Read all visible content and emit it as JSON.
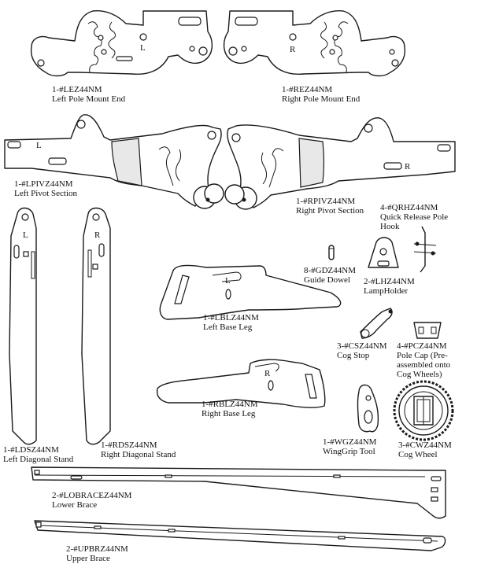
{
  "parts": {
    "left_pole_mount_end": {
      "code": "1-#LEZ44NM",
      "name": "Left Pole Mount End",
      "mark": "L"
    },
    "right_pole_mount_end": {
      "code": "1-#REZ44NM",
      "name": "Right Pole Mount End",
      "mark": "R"
    },
    "left_pivot_section": {
      "code": "1-#LPIVZ44NM",
      "name": "Left Pivot Section",
      "mark": "L"
    },
    "right_pivot_section": {
      "code": "1-#RPIVZ44NM",
      "name": "Right Pivot Section",
      "mark": "R"
    },
    "quick_release_pole_hook": {
      "code": "4-#QRHZ44NM",
      "name_line1": "Quick Release Pole",
      "name_line2": "Hook"
    },
    "guide_dowel": {
      "code": "8-#GDZ44NM",
      "name": "Guide Dowel"
    },
    "lampholder": {
      "code": "2-#LHZ44NM",
      "name": "LampHolder"
    },
    "left_base_leg": {
      "code": "1-#LBLZ44NM",
      "name": "Left Base Leg",
      "mark": "L"
    },
    "cog_stop": {
      "code": "3-#CSZ44NM",
      "name": "Cog Stop"
    },
    "pole_cap": {
      "code": "4-#PCZ44NM",
      "name_line1": "Pole Cap (Pre-",
      "name_line2": "assembled onto",
      "name_line3": "Cog Wheels)"
    },
    "right_base_leg": {
      "code": "1-#RBLZ44NM",
      "name": "Right Base Leg",
      "mark": "R"
    },
    "left_diagonal_stand": {
      "code": "1-#LDSZ44NM",
      "name": "Left Diagonal Stand",
      "mark": "L"
    },
    "right_diagonal_stand": {
      "code": "1-#RDSZ44NM",
      "name": "Right Diagonal Stand",
      "mark": "R"
    },
    "wing_grip_tool": {
      "code": "1-#WGZ44NM",
      "name": "WingGrip Tool"
    },
    "cog_wheel": {
      "code": "3-#CWZ44NM",
      "name": "Cog Wheel"
    },
    "lower_brace": {
      "code": "2-#LOBRACEZ44NM",
      "name": "Lower Brace"
    },
    "upper_brace": {
      "code": "2-#UPBRZ44NM",
      "name": "Upper Brace"
    }
  }
}
